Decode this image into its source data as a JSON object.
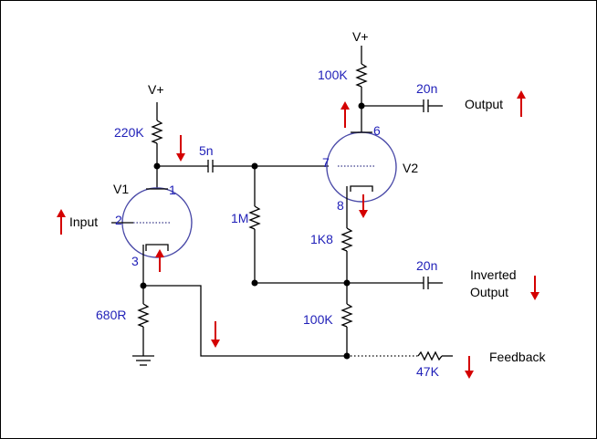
{
  "labels": {
    "v_plus_1": "V+",
    "v_plus_2": "V+",
    "r_220k": "220K",
    "r_100k_top": "100K",
    "c_5n": "5n",
    "c_20n_top": "20n",
    "c_20n_mid": "20n",
    "r_1m": "1M",
    "r_1k8": "1K8",
    "r_100k_bottom": "100K",
    "r_680r": "680R",
    "r_47k": "47K",
    "v1": "V1",
    "v2": "V2",
    "pin1": "1",
    "pin2": "2",
    "pin3": "3",
    "pin6": "6",
    "pin7": "7",
    "pin8": "8",
    "input": "Input",
    "output": "Output",
    "inverted_1": "Inverted",
    "inverted_2": "Output",
    "feedback": "Feedback"
  },
  "colors": {
    "component_label": "#1f1fb8",
    "arrow": "#d40000",
    "wire": "#000000"
  }
}
